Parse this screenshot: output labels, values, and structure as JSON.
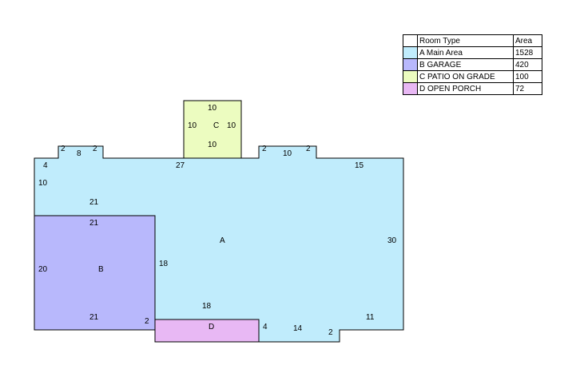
{
  "legend": {
    "headers": {
      "type": "Room Type",
      "area": "Area"
    },
    "rows": [
      {
        "name": "A Main Area",
        "area": "1528",
        "color": "#c0ecfc"
      },
      {
        "name": "B GARAGE",
        "area": "420",
        "color": "#b8b8fc"
      },
      {
        "name": "C PATIO ON GRADE",
        "area": "100",
        "color": "#ecfcc0"
      },
      {
        "name": "D OPEN PORCH",
        "area": "72",
        "color": "#e8b8f4"
      }
    ]
  },
  "rooms": {
    "a": {
      "letter": "A",
      "color": "#c0ecfc"
    },
    "b": {
      "letter": "B",
      "color": "#b8b8fc"
    },
    "c": {
      "letter": "C",
      "color": "#ecfcc0"
    },
    "d": {
      "letter": "D",
      "color": "#e8b8f4"
    }
  },
  "dimensions": {
    "main_top_left_jog": "2",
    "main_top_left_bump": "8",
    "main_top_left_jog_2": "2",
    "main_left_upper": "4",
    "main_left_mid": "10",
    "main_top_middle": "27",
    "main_top_right_jog": "2",
    "main_top_right_bump": "10",
    "main_top_right_jog_2": "2",
    "main_top_right": "15",
    "main_inner_top": "21",
    "main_right": "30",
    "main_inner_left": "18",
    "main_inner_bottom": "18",
    "main_bottom_right_upper": "11",
    "main_bottom_notch": "2",
    "main_bottom_middle": "14",
    "main_bottom_left_step": "4",
    "garage_top": "21",
    "garage_left": "20",
    "garage_bottom": "21",
    "garage_bottom_right": "2",
    "patio_top": "10",
    "patio_left": "10",
    "patio_right": "10",
    "patio_bottom": "10"
  }
}
